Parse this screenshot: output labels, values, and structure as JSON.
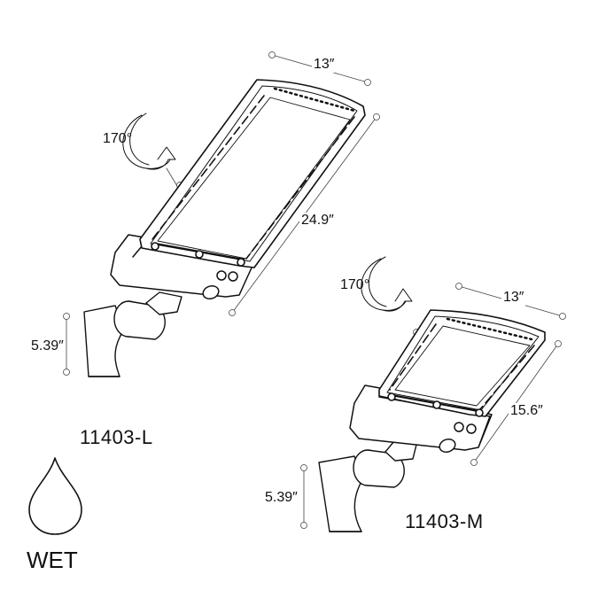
{
  "large": {
    "model": "11403-L",
    "width": "13″",
    "length": "24.9″",
    "arm_height": "5.39″",
    "rotation": "170°"
  },
  "medium": {
    "model": "11403-M",
    "width": "13″",
    "length": "15.6″",
    "arm_height": "5.39″",
    "rotation": "170°"
  },
  "wet_rating": {
    "label": "WET",
    "icon": "water-drop-icon"
  },
  "colors": {
    "line": "#111111",
    "background": "#ffffff",
    "fixture_fill": "#ffffff"
  }
}
